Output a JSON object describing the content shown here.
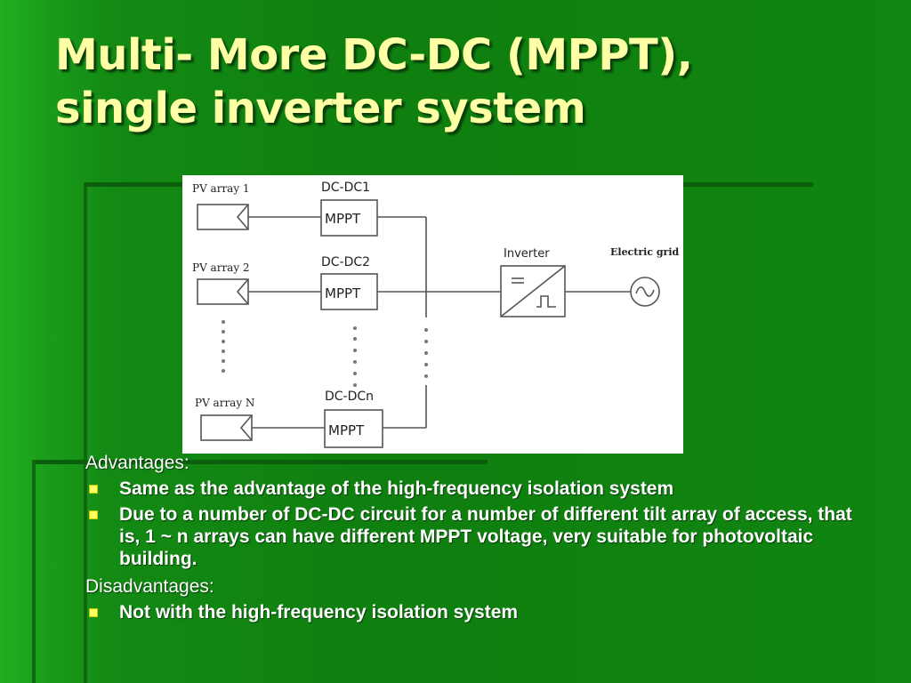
{
  "slide": {
    "title_line1": "Multi- More DC-DC (MPPT),",
    "title_line2": "single inverter system"
  },
  "diagram": {
    "labels": {
      "pv1": "PV array 1",
      "pv2": "PV array 2",
      "pvn": "PV array N",
      "dc1": "DC-DC1",
      "dc2": "DC-DC2",
      "dcn": "DC-DCn",
      "mppt1": "MPPT",
      "mppt2": "MPPT",
      "mpptn": "MPPT",
      "inverter": "Inverter",
      "grid": "Electric grid"
    }
  },
  "content": {
    "advantages_heading": "Advantages:",
    "advantages": [
      "Same as the advantage of the high-frequency isolation system",
      "Due to a number of DC-DC circuit for a number of different tilt array of access, that is, 1 ~ n arrays can have different MPPT voltage, very suitable for photovoltaic building."
    ],
    "disadvantages_heading": "Disadvantages:",
    "disadvantages": [
      "Not with the high-frequency isolation system"
    ]
  },
  "colors": {
    "background": "#138a13",
    "title": "#ffffa6",
    "bullet": "#ffff66",
    "text": "#ffffff"
  }
}
